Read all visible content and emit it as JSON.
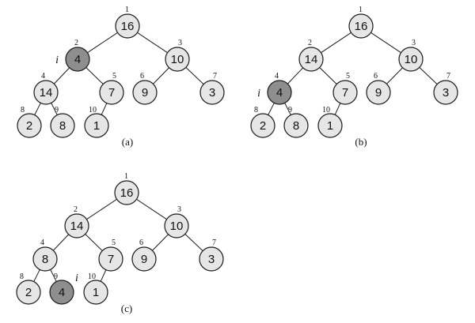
{
  "colors": {
    "node_fill": "#e6e6e6",
    "highlight_fill": "#8e8e8e",
    "stroke": "#1a1a1a",
    "text": "#111111"
  },
  "pointer_label": "i",
  "panels": [
    {
      "id": "a",
      "caption": "(a)",
      "highlight_index": 2,
      "nodes": [
        {
          "index": "1",
          "value": "16"
        },
        {
          "index": "2",
          "value": "4"
        },
        {
          "index": "3",
          "value": "10"
        },
        {
          "index": "4",
          "value": "14"
        },
        {
          "index": "5",
          "value": "7"
        },
        {
          "index": "6",
          "value": "9"
        },
        {
          "index": "7",
          "value": "3"
        },
        {
          "index": "8",
          "value": "2"
        },
        {
          "index": "9",
          "value": "8"
        },
        {
          "index": "10",
          "value": "1"
        }
      ]
    },
    {
      "id": "b",
      "caption": "(b)",
      "highlight_index": 4,
      "nodes": [
        {
          "index": "1",
          "value": "16"
        },
        {
          "index": "2",
          "value": "14"
        },
        {
          "index": "3",
          "value": "10"
        },
        {
          "index": "4",
          "value": "4"
        },
        {
          "index": "5",
          "value": "7"
        },
        {
          "index": "6",
          "value": "9"
        },
        {
          "index": "7",
          "value": "3"
        },
        {
          "index": "8",
          "value": "2"
        },
        {
          "index": "9",
          "value": "8"
        },
        {
          "index": "10",
          "value": "1"
        }
      ]
    },
    {
      "id": "c",
      "caption": "(c)",
      "highlight_index": 9,
      "nodes": [
        {
          "index": "1",
          "value": "16"
        },
        {
          "index": "2",
          "value": "14"
        },
        {
          "index": "3",
          "value": "10"
        },
        {
          "index": "4",
          "value": "8"
        },
        {
          "index": "5",
          "value": "7"
        },
        {
          "index": "6",
          "value": "9"
        },
        {
          "index": "7",
          "value": "3"
        },
        {
          "index": "8",
          "value": "2"
        },
        {
          "index": "9",
          "value": "4"
        },
        {
          "index": "10",
          "value": "1"
        }
      ]
    }
  ]
}
